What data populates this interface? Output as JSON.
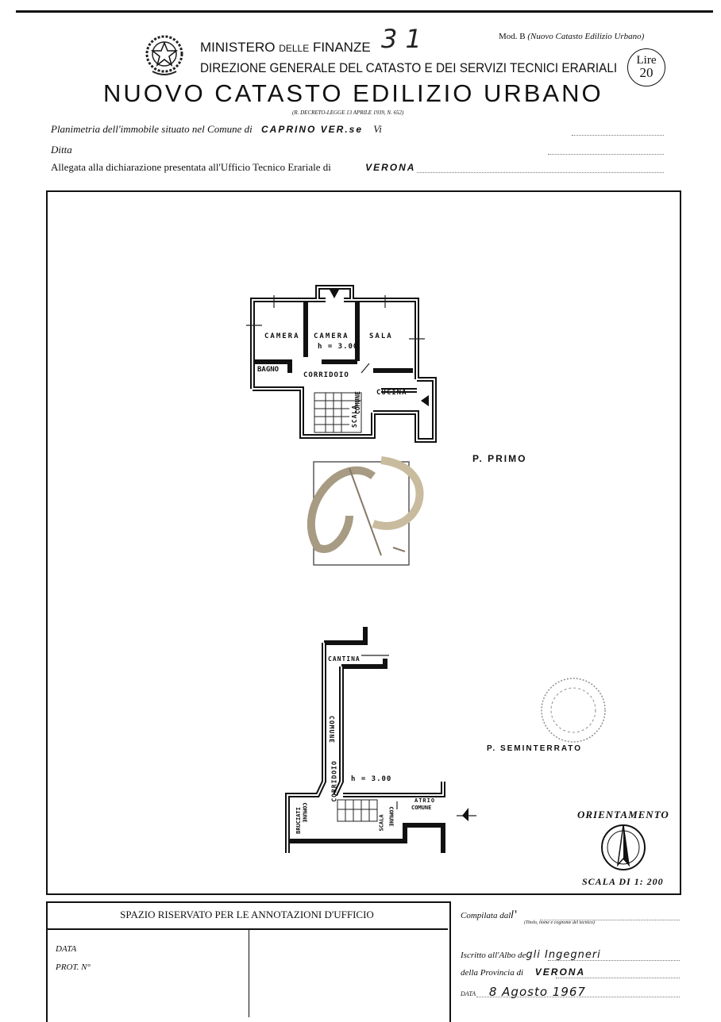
{
  "header": {
    "ministero": "MINISTERO",
    "delle": "DELLE",
    "finanze": "FINANZE",
    "handwritten_number": "3 1",
    "mod": "Mod. B",
    "mod_note": "(Nuovo Catasto Edilizio Urbano)",
    "lire_label": "Lire",
    "lire_value": "20",
    "direzione": "DIREZIONE GENERALE DEL CATASTO E DEI SERVIZI TECNICI ERARIALI",
    "title": "NUOVO CATASTO EDILIZIO URBANO",
    "decree": "(R. DECRETO-LEGGE 13 APRILE 1939, N. 652)"
  },
  "form": {
    "planimetria_label": "Planimetria dell'immobile situato nel Comune di",
    "comune_value": "CAPRINO VER.se",
    "via_label": "Vi",
    "ditta_label": "Ditta",
    "allegata_label": "Allegata alla dichiarazione presentata all'Ufficio Tecnico Erariale di",
    "ufficio_value": "VERONA"
  },
  "plan_primo": {
    "rooms": [
      "CAMERA",
      "CAMERA",
      "SALA",
      "BAGNO",
      "CORRIDOIO",
      "CUCINA",
      "SCALA",
      "COMUNE"
    ],
    "height": "h = 3.00",
    "floor_label": "P. PRIMO"
  },
  "plan_seminterrato": {
    "rooms": [
      "CANTINA",
      "CORRIDOIO",
      "COMUNE",
      "BRUCIATI",
      "COMUNE",
      "SCALA",
      "COMUNE",
      "ATRIO",
      "COMUNE"
    ],
    "height": "h = 3.00",
    "floor_label": "P. SEMINTERRATO"
  },
  "legend": {
    "orientamento": "ORIENTAMENTO",
    "scala": "SCALA DI 1: 200"
  },
  "annotazioni": {
    "heading": "SPAZIO RISERVATO PER LE ANNOTAZIONI D'UFFICIO",
    "data_label": "DATA",
    "prot_label": "PROT. N°"
  },
  "compilata": {
    "compilata_label": "Compilata dal",
    "compilata_value": "l'",
    "compilata_hint": "(Titolo, nome e cognome del tecnico)",
    "iscritto_label": "Iscritto all'Albo de",
    "iscritto_value": "gli Ingegneri",
    "provincia_label": "della Provincia di",
    "provincia_value": "VERONA",
    "data_label": "DATA",
    "data_value": "8 Agosto 1967"
  }
}
